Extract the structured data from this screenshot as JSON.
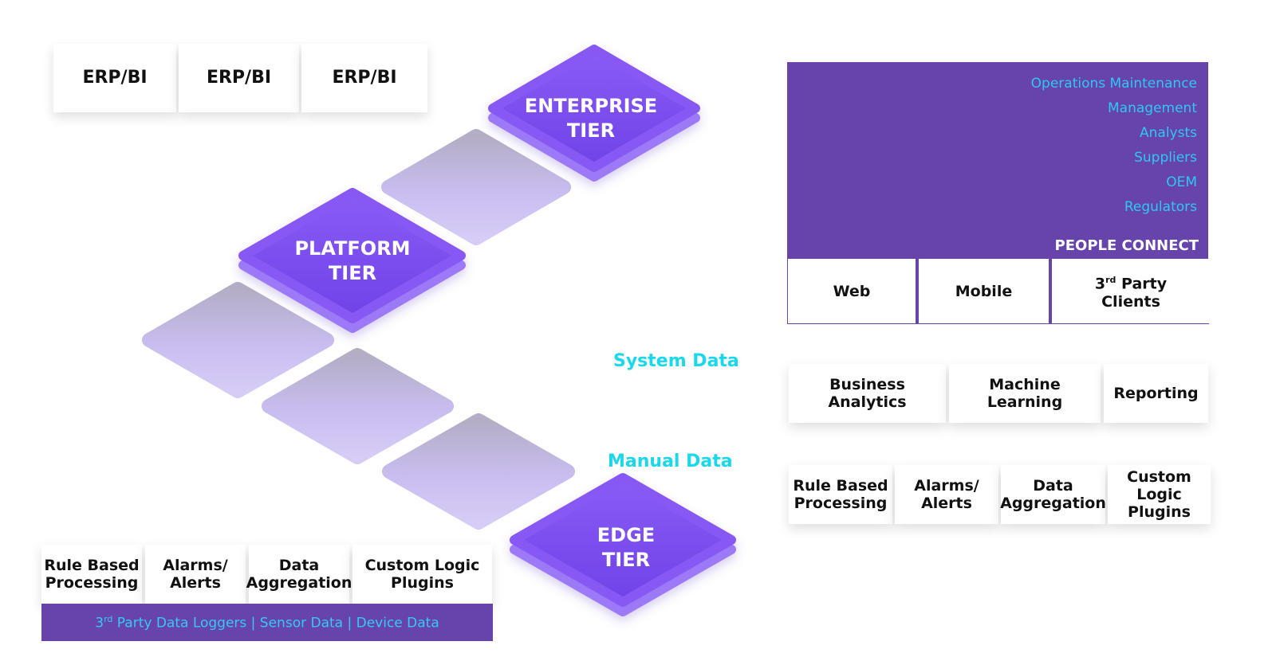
{
  "erp": [
    "ERP/BI",
    "ERP/BI",
    "ERP/BI"
  ],
  "tiers": {
    "enterprise": [
      "ENTERPRISE",
      "TIER"
    ],
    "platform": [
      "PLATFORM",
      "TIER"
    ],
    "edge": [
      "EDGE",
      "TIER"
    ]
  },
  "people_connect": {
    "roles": [
      "Operations Maintenance",
      "Management",
      "Analysts",
      "Suppliers",
      "OEM",
      "Regulators"
    ],
    "title": "PEOPLE CONNECT",
    "channels": {
      "web": "Web",
      "mobile": "Mobile",
      "third_party_prefix": "3",
      "third_party_sup": "rd",
      "third_party_rest": " Party",
      "third_party_line2": "Clients"
    }
  },
  "labels": {
    "system_data": "System Data",
    "manual_data": "Manual Data"
  },
  "analytics": [
    [
      "Business",
      "Analytics"
    ],
    [
      "Machine",
      "Learning"
    ],
    [
      "Reporting"
    ]
  ],
  "processing_right": [
    [
      "Rule Based",
      "Processing"
    ],
    [
      "Alarms/",
      "Alerts"
    ],
    [
      "Data",
      "Aggregation"
    ],
    [
      "Custom Logic",
      "Plugins"
    ]
  ],
  "processing_edge": [
    [
      "Rule Based",
      "Processing"
    ],
    [
      "Alarms/",
      "Alerts"
    ],
    [
      "Data",
      "Aggregation"
    ],
    [
      "Custom Logic",
      "Plugins"
    ]
  ],
  "footer": {
    "prefix": "3",
    "sup": "rd",
    "rest": " Party Data Loggers | Sensor Data | Device Data"
  },
  "colors": {
    "tier_purple": "#7c4cf0",
    "panel_purple": "#6744ab",
    "cyan": "#1ad7ea",
    "tile_lavender": "#c8bdf0"
  }
}
